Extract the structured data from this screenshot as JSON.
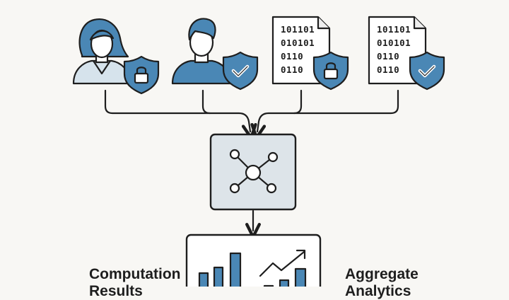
{
  "colors": {
    "background": "#f8f7f4",
    "accent": "#4a87b5",
    "accent_light": "#d6e3ec",
    "stroke": "#1e1e1e",
    "hub_fill": "#dde4e9"
  },
  "sources": [
    {
      "kind": "person-female",
      "badge": "lock"
    },
    {
      "kind": "person-male",
      "badge": "check"
    },
    {
      "kind": "binary-document",
      "badge": "lock",
      "lines": [
        "101101",
        "010101",
        "0110",
        "0110"
      ]
    },
    {
      "kind": "binary-document",
      "badge": "check",
      "lines": [
        "101101",
        "010101",
        "0110",
        "0110"
      ]
    }
  ],
  "hub": {
    "icon": "network-nodes-icon"
  },
  "output": {
    "icon": "bar-chart-trend-icon"
  },
  "labels": {
    "left": {
      "line1": "Computation",
      "line2": "Results"
    },
    "right": {
      "line1": "Aggregate",
      "line2": "Analytics"
    }
  }
}
